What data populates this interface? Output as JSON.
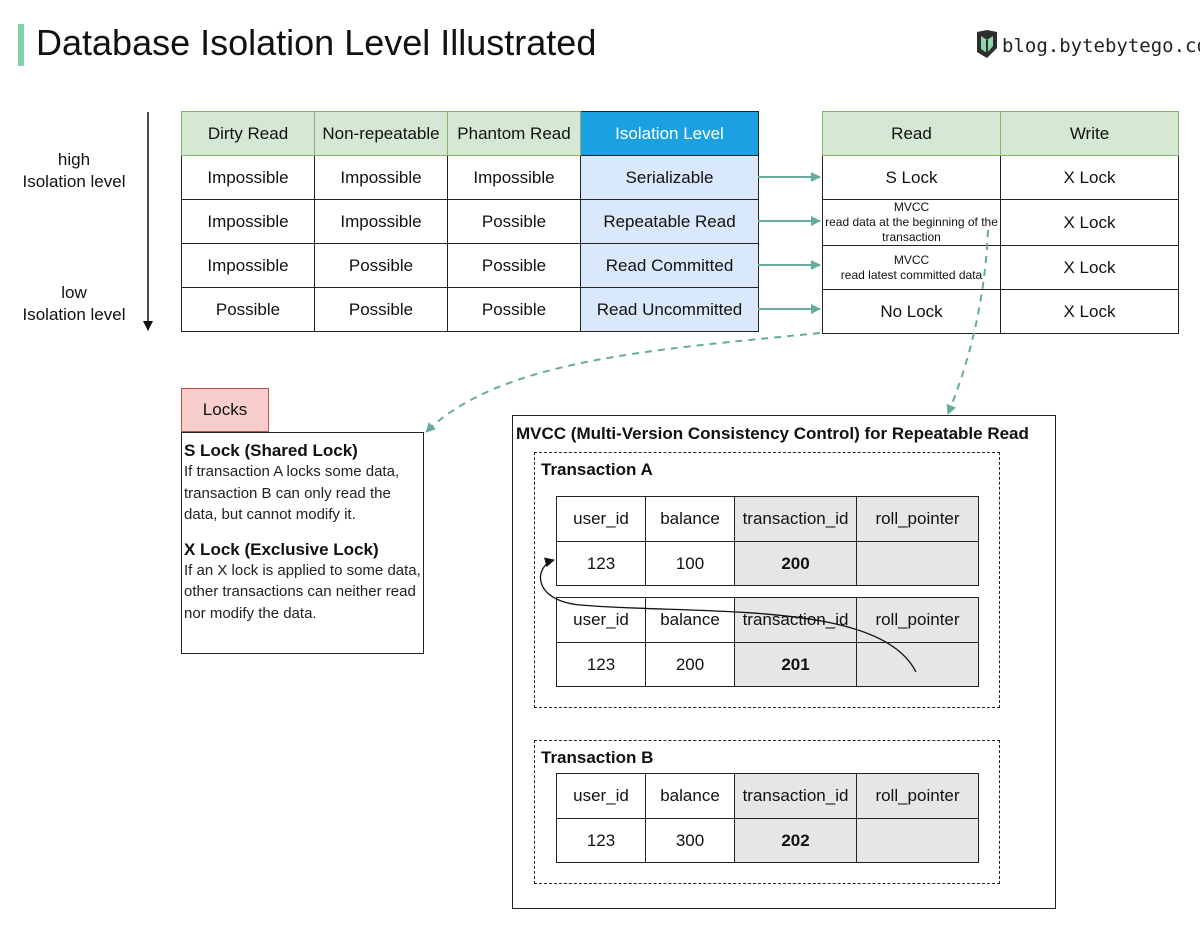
{
  "header": {
    "title": "Database Isolation Level Illustrated",
    "brand": "blog.bytebytego.com"
  },
  "axis": {
    "high": "high\nIsolation level",
    "low": "low\nIsolation level"
  },
  "isolation_table": {
    "headers": [
      "Dirty Read",
      "Non-repeatable",
      "Phantom Read",
      "Isolation Level"
    ],
    "rows": [
      [
        "Impossible",
        "Impossible",
        "Impossible",
        "Serializable"
      ],
      [
        "Impossible",
        "Impossible",
        "Possible",
        "Repeatable Read"
      ],
      [
        "Impossible",
        "Possible",
        "Possible",
        "Read Committed"
      ],
      [
        "Possible",
        "Possible",
        "Possible",
        "Read Uncommitted"
      ]
    ]
  },
  "lock_table": {
    "headers": [
      "Read",
      "Write"
    ],
    "rows": [
      [
        "S Lock",
        "X Lock"
      ],
      [
        "MVCC\nread data at the beginning of the transaction",
        "X Lock"
      ],
      [
        "MVCC\nread latest committed data",
        "X Lock"
      ],
      [
        "No Lock",
        "X Lock"
      ]
    ]
  },
  "locks": {
    "tab": "Locks",
    "s_title": "S Lock (Shared Lock)",
    "s_desc": "If transaction A locks some data, transaction B can only read the data, but cannot modify it.",
    "x_title": "X Lock (Exclusive Lock)",
    "x_desc": "If an X lock is applied to some data, other transactions can neither read nor modify the data."
  },
  "mvcc": {
    "title": "MVCC (Multi-Version Consistency Control) for Repeatable Read",
    "columns": [
      "user_id",
      "balance",
      "transaction_id",
      "roll_pointer"
    ],
    "tx_a": {
      "label": "Transaction A",
      "row1": [
        "123",
        "100",
        "200",
        ""
      ],
      "row2": [
        "123",
        "200",
        "201",
        ""
      ]
    },
    "tx_b": {
      "label": "Transaction B",
      "row1": [
        "123",
        "300",
        "202",
        ""
      ]
    }
  },
  "colors": {
    "header_green": "#d5e8d4",
    "header_blue": "#1ba1e2",
    "cell_blue": "#dae8fc",
    "arrow_teal": "#67ab9f",
    "locks_pink": "#f8cecc",
    "mvcc_grey": "#e6e6e6"
  }
}
